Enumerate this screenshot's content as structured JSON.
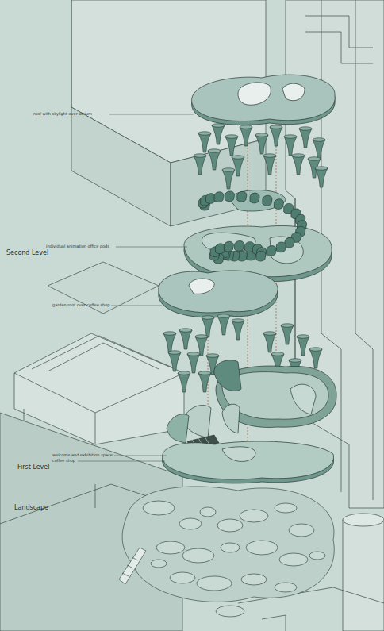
{
  "diagram": {
    "labels": [
      "roof with skylight over atrium",
      "individual animation office pods",
      "Second Level",
      "garden roof over coffee shop",
      "welcome and exhibition space",
      "coffee shop",
      "First Level",
      "Landscape"
    ]
  }
}
